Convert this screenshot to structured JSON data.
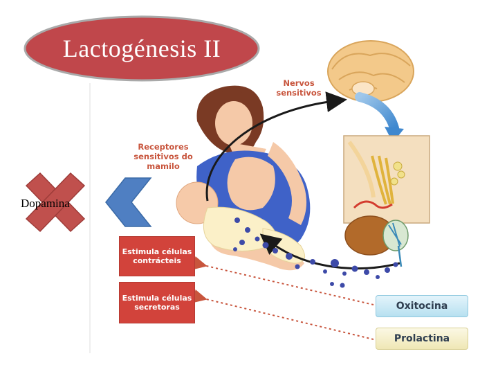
{
  "title": "Lactogénesis II",
  "labels": {
    "nervos": "Nervos sensitivos",
    "receptores": "Receptores sensitivos do mamilo"
  },
  "boxes": {
    "contracteis": "Estimula células contrácteis",
    "secretoras": "Estimula células secretoras"
  },
  "hormones": {
    "oxitocina": "Oxitocina",
    "prolactina": "Prolactina"
  },
  "dopamine_label": "Dopamina",
  "colors": {
    "title_fill": "#c0474b",
    "title_border": "#a9a9a9",
    "label_text": "#c8553d",
    "box_red": "#d2433b",
    "oxi_box": "#cdeaf6",
    "pro_box": "#f6f0cc",
    "blue_chevron": "#4f7fc2",
    "red_x": "#c0504d",
    "dot_blue": "#3d4aa8",
    "skin": "#f5c9a8",
    "dress": "#3f62c8",
    "hair": "#7a3a24"
  },
  "icons": {
    "left_chevron": "chevron-left-icon",
    "cross": "x-cross-icon"
  }
}
